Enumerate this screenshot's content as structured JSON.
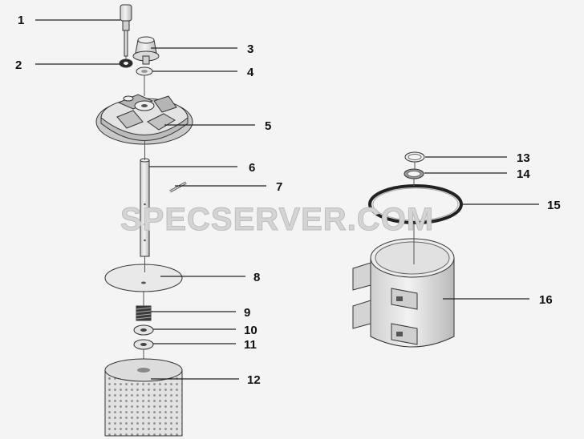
{
  "diagram": {
    "watermark": "SPECSERVER.COM",
    "callouts": [
      "1",
      "2",
      "3",
      "4",
      "5",
      "6",
      "7",
      "8",
      "9",
      "10",
      "11",
      "12",
      "13",
      "14",
      "15",
      "16"
    ]
  },
  "colors": {
    "part_fill": "#e6e6e6",
    "part_shade": "#bdbdbd",
    "line": "#222222",
    "watermark": "#d4d4d4"
  }
}
